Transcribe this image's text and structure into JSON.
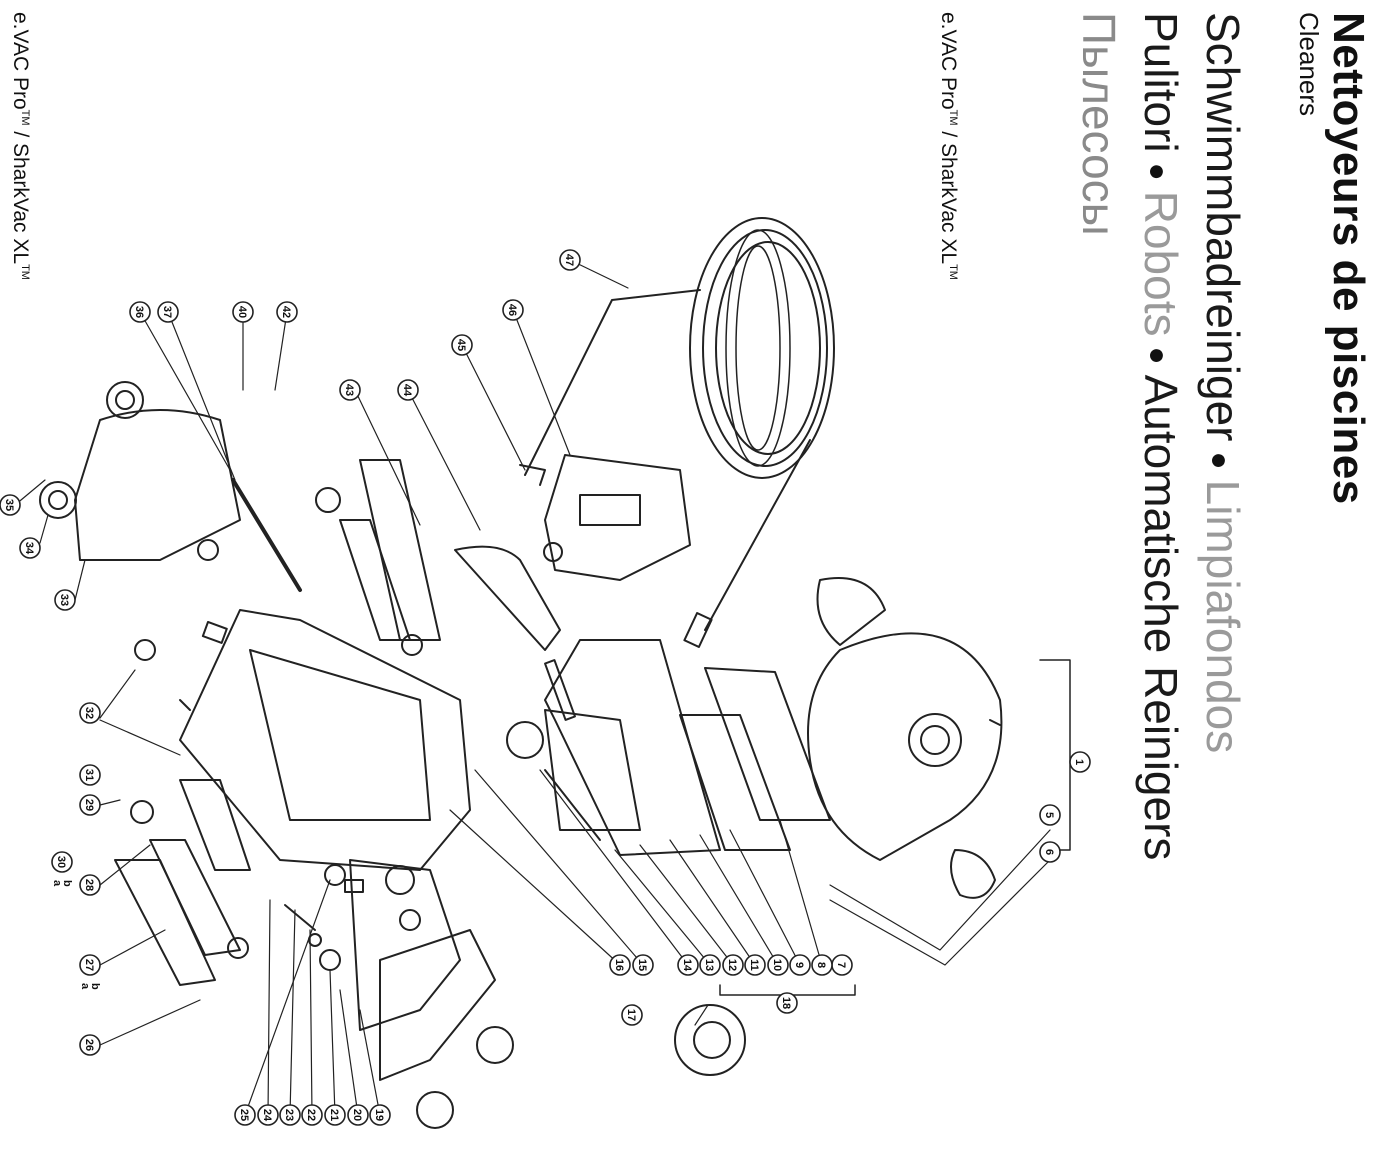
{
  "header": {
    "title": "Nettoyeurs de piscines",
    "subtitle": "Cleaners"
  },
  "languages": {
    "line1": [
      "Schwimmbadreiniger",
      "Limpiafondos"
    ],
    "line2": [
      "Pulitori",
      "Robots",
      "Automatische Reinigers"
    ],
    "line3": "Пылесосы"
  },
  "model": {
    "name_part1": "e.VAC Pro",
    "tm1": "TM",
    "separator": " / SharkVac XL",
    "tm2": "TM"
  },
  "diagram": {
    "callouts": [
      "1",
      "5",
      "6",
      "7",
      "8",
      "9",
      "10",
      "11",
      "12",
      "13",
      "14",
      "15",
      "16",
      "17",
      "18",
      "19",
      "20",
      "21",
      "22",
      "23",
      "24",
      "25",
      "26",
      "27",
      "28",
      "29",
      "30",
      "31",
      "32",
      "33",
      "34",
      "35",
      "36",
      "37",
      "40",
      "42",
      "43",
      "44",
      "45",
      "46",
      "47"
    ],
    "sub_labels": {
      "27": [
        "a",
        "b"
      ],
      "30": [
        "a",
        "b"
      ]
    }
  }
}
